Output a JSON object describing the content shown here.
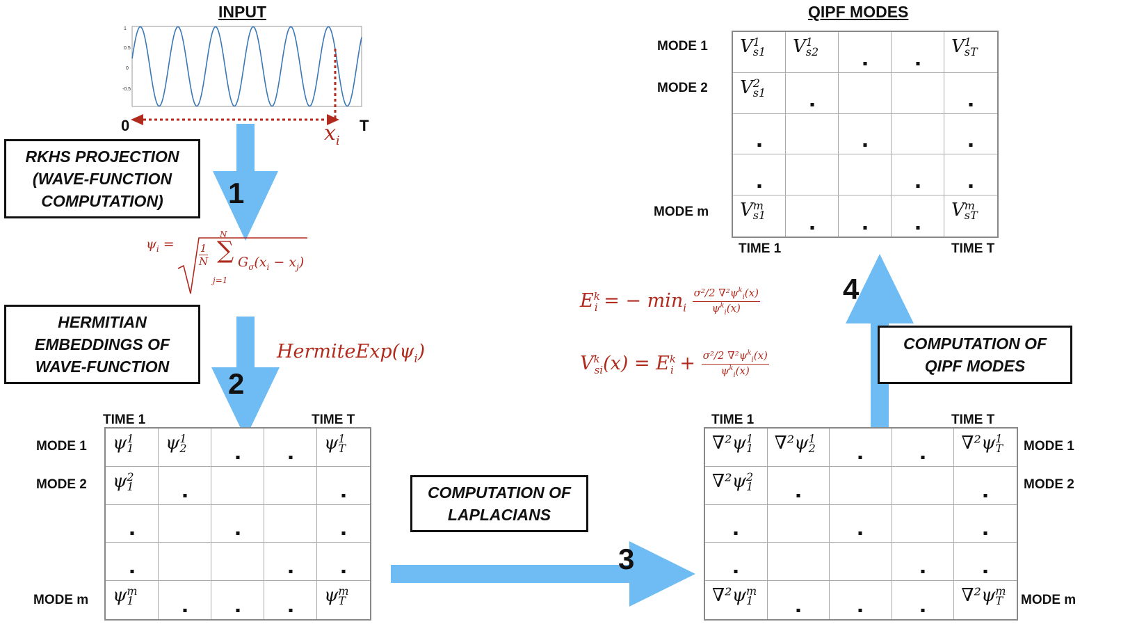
{
  "titles": {
    "input": "INPUT",
    "qipf_modes": "QIPF  MODES"
  },
  "input_plot": {
    "y_ticks": [
      "1",
      "0.5",
      "0",
      "-0.5"
    ],
    "x_start": "0",
    "x_end": "T",
    "marker": "x",
    "marker_sub": "i",
    "line_color": "#3a78b5",
    "marker_color": "#b02a1e"
  },
  "boxes": {
    "rkhs": [
      "RKHS  PROJECTION",
      "(WAVE-FUNCTION",
      "COMPUTATION)"
    ],
    "hermitian": [
      "HERMITIAN",
      "EMBEDDINGS  OF",
      "WAVE-FUNCTION"
    ],
    "laplacians": [
      "COMPUTATION  OF",
      "LAPLACIANS"
    ],
    "qipf": [
      "COMPUTATION  OF",
      "QIPF  MODES"
    ]
  },
  "step_numbers": [
    "1",
    "2",
    "3",
    "4"
  ],
  "formulas": {
    "psi_lhs": "ψ",
    "psi_sub": "i",
    "psi_frac_num": "1",
    "psi_frac_den": "N",
    "psi_sum_top": "N",
    "psi_sum_bottom": "j=1",
    "psi_kernel": "G",
    "psi_kernel_sub": "σ",
    "psi_args": "(x",
    "psi_args_i": "i",
    "psi_args_mid": " − x",
    "psi_args_j": "j",
    "psi_args_end": ")",
    "hermite": "HermiteExp(ψ",
    "hermite_sub": "i",
    "hermite_end": ")",
    "energy_lhs": "E",
    "energy_lhs_sup": "k",
    "energy_lhs_sub": "i",
    "energy_mid": " = − min",
    "energy_mid_sub": "i",
    "energy_num": "σ²/2 ∇²ψ",
    "energy_num_sup": "k",
    "energy_num_sub": "i",
    "energy_num_end": "(x)",
    "energy_den": "ψ",
    "energy_den_sup": "k",
    "energy_den_sub": "i",
    "energy_den_end": "(x)",
    "v_lhs": "V",
    "v_lhs_sup": "k",
    "v_lhs_sub": "si",
    "v_lhs_end": "(x) = E",
    "v_e_sup": "k",
    "v_e_sub": "i",
    "v_plus": " + ",
    "formula_color": "#b02a1e"
  },
  "grid_psi": {
    "col_start": "TIME 1",
    "col_end": "TIME  T",
    "rows": [
      "MODE  1",
      "MODE  2",
      "",
      "",
      "MODE  m"
    ],
    "cells": [
      [
        {
          "b": "ψ",
          "sup": "1",
          "sub": "1"
        },
        {
          "b": "ψ",
          "sup": "1",
          "sub": "2"
        },
        {
          "dot": true
        },
        {
          "dot": true
        },
        {
          "b": "ψ",
          "sup": "1",
          "sub": "T"
        }
      ],
      [
        {
          "b": "ψ",
          "sup": "2",
          "sub": "1"
        },
        {
          "dot": true
        },
        {},
        {},
        {
          "dot": true
        }
      ],
      [
        {
          "dot": true
        },
        {},
        {
          "dot": true
        },
        {},
        {
          "dot": true
        }
      ],
      [
        {
          "dot": true
        },
        {},
        {},
        {
          "dot": true
        },
        {
          "dot": true
        }
      ],
      [
        {
          "b": "ψ",
          "sup": "m",
          "sub": "1"
        },
        {
          "dot": true
        },
        {
          "dot": true
        },
        {
          "dot": true
        },
        {
          "b": "ψ",
          "sup": "m",
          "sub": "T"
        }
      ]
    ]
  },
  "grid_lap": {
    "col_start": "TIME 1",
    "col_end": "TIME T",
    "rows": [
      "MODE  1",
      "MODE  2",
      "",
      "",
      "MODE  m"
    ],
    "cells": [
      [
        {
          "b": "∇²ψ",
          "sup": "1",
          "sub": "1"
        },
        {
          "b": "∇²ψ",
          "sup": "1",
          "sub": "2"
        },
        {
          "dot": true
        },
        {
          "dot": true
        },
        {
          "b": "∇²ψ",
          "sup": "1",
          "sub": "T"
        }
      ],
      [
        {
          "b": "∇²ψ",
          "sup": "2",
          "sub": "1"
        },
        {
          "dot": true
        },
        {},
        {},
        {
          "dot": true
        }
      ],
      [
        {
          "dot": true
        },
        {},
        {
          "dot": true
        },
        {},
        {
          "dot": true
        }
      ],
      [
        {
          "dot": true
        },
        {},
        {},
        {
          "dot": true
        },
        {
          "dot": true
        }
      ],
      [
        {
          "b": "∇²ψ",
          "sup": "m",
          "sub": "1"
        },
        {
          "dot": true
        },
        {
          "dot": true
        },
        {
          "dot": true
        },
        {
          "b": "∇²ψ",
          "sup": "m",
          "sub": "T"
        }
      ]
    ]
  },
  "grid_qipf": {
    "col_start": "TIME 1",
    "col_end": "TIME T",
    "rows": [
      "MODE  1",
      "MODE  2",
      "",
      "",
      "MODE  m"
    ],
    "cells": [
      [
        {
          "b": "V",
          "sup": "1",
          "sub": "s1"
        },
        {
          "b": "V",
          "sup": "1",
          "sub": "s2"
        },
        {
          "dot": true
        },
        {
          "dot": true
        },
        {
          "b": "V",
          "sup": "1",
          "sub": "sT"
        }
      ],
      [
        {
          "b": "V",
          "sup": "2",
          "sub": "s1"
        },
        {
          "dot": true
        },
        {},
        {},
        {
          "dot": true
        }
      ],
      [
        {
          "dot": true
        },
        {},
        {
          "dot": true
        },
        {},
        {
          "dot": true
        }
      ],
      [
        {
          "dot": true
        },
        {},
        {},
        {
          "dot": true
        },
        {
          "dot": true
        }
      ],
      [
        {
          "b": "V",
          "sup": "m",
          "sub": "s1"
        },
        {
          "dot": true
        },
        {
          "dot": true
        },
        {
          "dot": true
        },
        {
          "b": "V",
          "sup": "m",
          "sub": "sT"
        }
      ]
    ]
  },
  "arrow_color": "#6fbcf5"
}
